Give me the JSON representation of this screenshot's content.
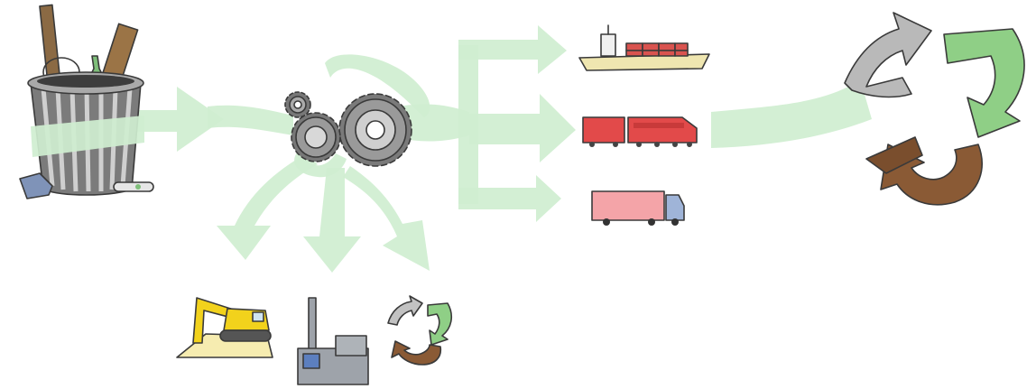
{
  "diagram": {
    "nodes": [
      {
        "id": "waste-bin",
        "icon": "trash-can-icon"
      },
      {
        "id": "sorting",
        "icon": "gears-icon"
      },
      {
        "id": "ship",
        "icon": "cargo-ship-icon"
      },
      {
        "id": "train",
        "icon": "freight-train-icon"
      },
      {
        "id": "truck",
        "icon": "truck-icon"
      },
      {
        "id": "recycling-large",
        "icon": "recycle-arrows-icon"
      },
      {
        "id": "landfill",
        "icon": "excavator-icon"
      },
      {
        "id": "incineration",
        "icon": "factory-icon"
      },
      {
        "id": "recycling-small",
        "icon": "recycle-arrows-icon"
      }
    ],
    "flows": [
      {
        "from": "waste-bin",
        "to": "sorting"
      },
      {
        "from": "sorting",
        "to": "ship"
      },
      {
        "from": "sorting",
        "to": "train"
      },
      {
        "from": "sorting",
        "to": "truck"
      },
      {
        "from": "train",
        "to": "recycling-large"
      },
      {
        "from": "sorting",
        "to": "landfill"
      },
      {
        "from": "sorting",
        "to": "incineration"
      },
      {
        "from": "sorting",
        "to": "recycling-small"
      }
    ],
    "colors": {
      "flow": "#cfeed0",
      "recycle_gray": "#b9b9b9",
      "recycle_green": "#8fcf86",
      "recycle_brown": "#8a5a35",
      "excavator": "#f2d21c",
      "ship_hull": "#efe6b0",
      "containers": "#d9534f",
      "train": "#e24a4a",
      "truck_box": "#f4a4a8",
      "truck_cab": "#9fb4d8",
      "factory": "#9ea3aa"
    }
  }
}
